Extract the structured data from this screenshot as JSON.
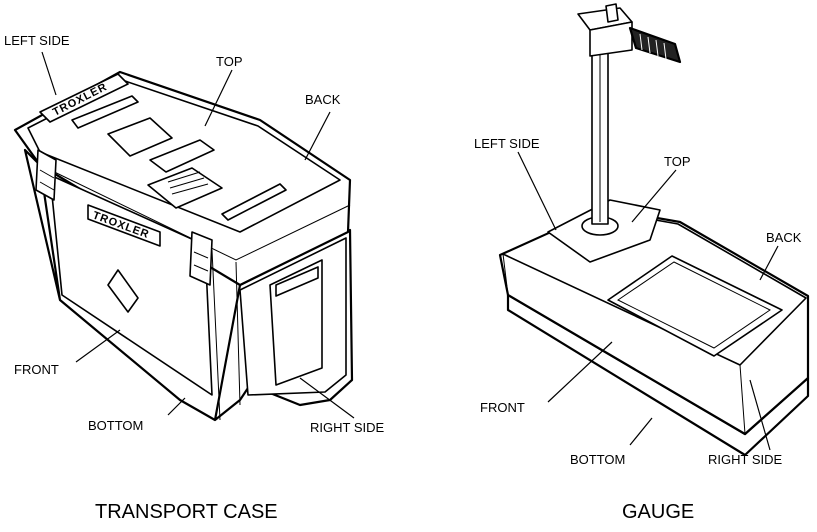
{
  "transport_case": {
    "caption": "TRANSPORT CASE",
    "brand_lid": "TROXLER",
    "brand_front": "TROXLER",
    "labels": {
      "left_side": "LEFT SIDE",
      "top": "TOP",
      "back": "BACK",
      "front": "FRONT",
      "bottom": "BOTTOM",
      "right_side": "RIGHT SIDE"
    }
  },
  "gauge": {
    "caption": "GAUGE",
    "labels": {
      "left_side": "LEFT SIDE",
      "top": "TOP",
      "back": "BACK",
      "front": "FRONT",
      "bottom": "BOTTOM",
      "right_side": "RIGHT SIDE"
    }
  }
}
